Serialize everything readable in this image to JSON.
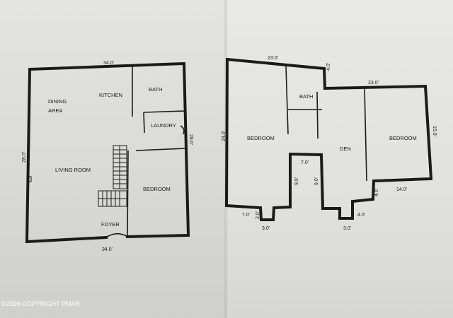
{
  "first_floor": {
    "rooms": {
      "dining_1": "DINING",
      "dining_2": "AREA",
      "kitchen": "KITCHEN",
      "bath": "BATH",
      "laundry": "LAUNDRY",
      "living_room": "LIVING ROOM",
      "bedroom": "BEDROOM",
      "foyer": "FOYER"
    },
    "dimensions": {
      "top": "34.0'",
      "bottom": "34.0'",
      "left": "28.0'",
      "right": "28.0'"
    }
  },
  "second_floor": {
    "rooms": {
      "bedroom_left": "BEDROOM",
      "bath": "BATH",
      "den": "DEN",
      "bedroom_right": "BEDROOM"
    },
    "dimensions": {
      "top_left": "23.0'",
      "step": "4.0'",
      "top_right": "23.0'",
      "left": "24.0'",
      "right": "15.0'",
      "notch_top": "7.0'",
      "notch_left": "9.0'",
      "notch_right": "9.0'",
      "bottom_left": "7.0'",
      "bump_height": "2.0'",
      "bump_left": "3.0'",
      "bump_right": "3.0'",
      "bottom_mid": "4.0'",
      "right_step": "4.0'",
      "bottom_right": "14.0'"
    }
  },
  "watermark": "©2026 COPYRIGHT PMAR"
}
